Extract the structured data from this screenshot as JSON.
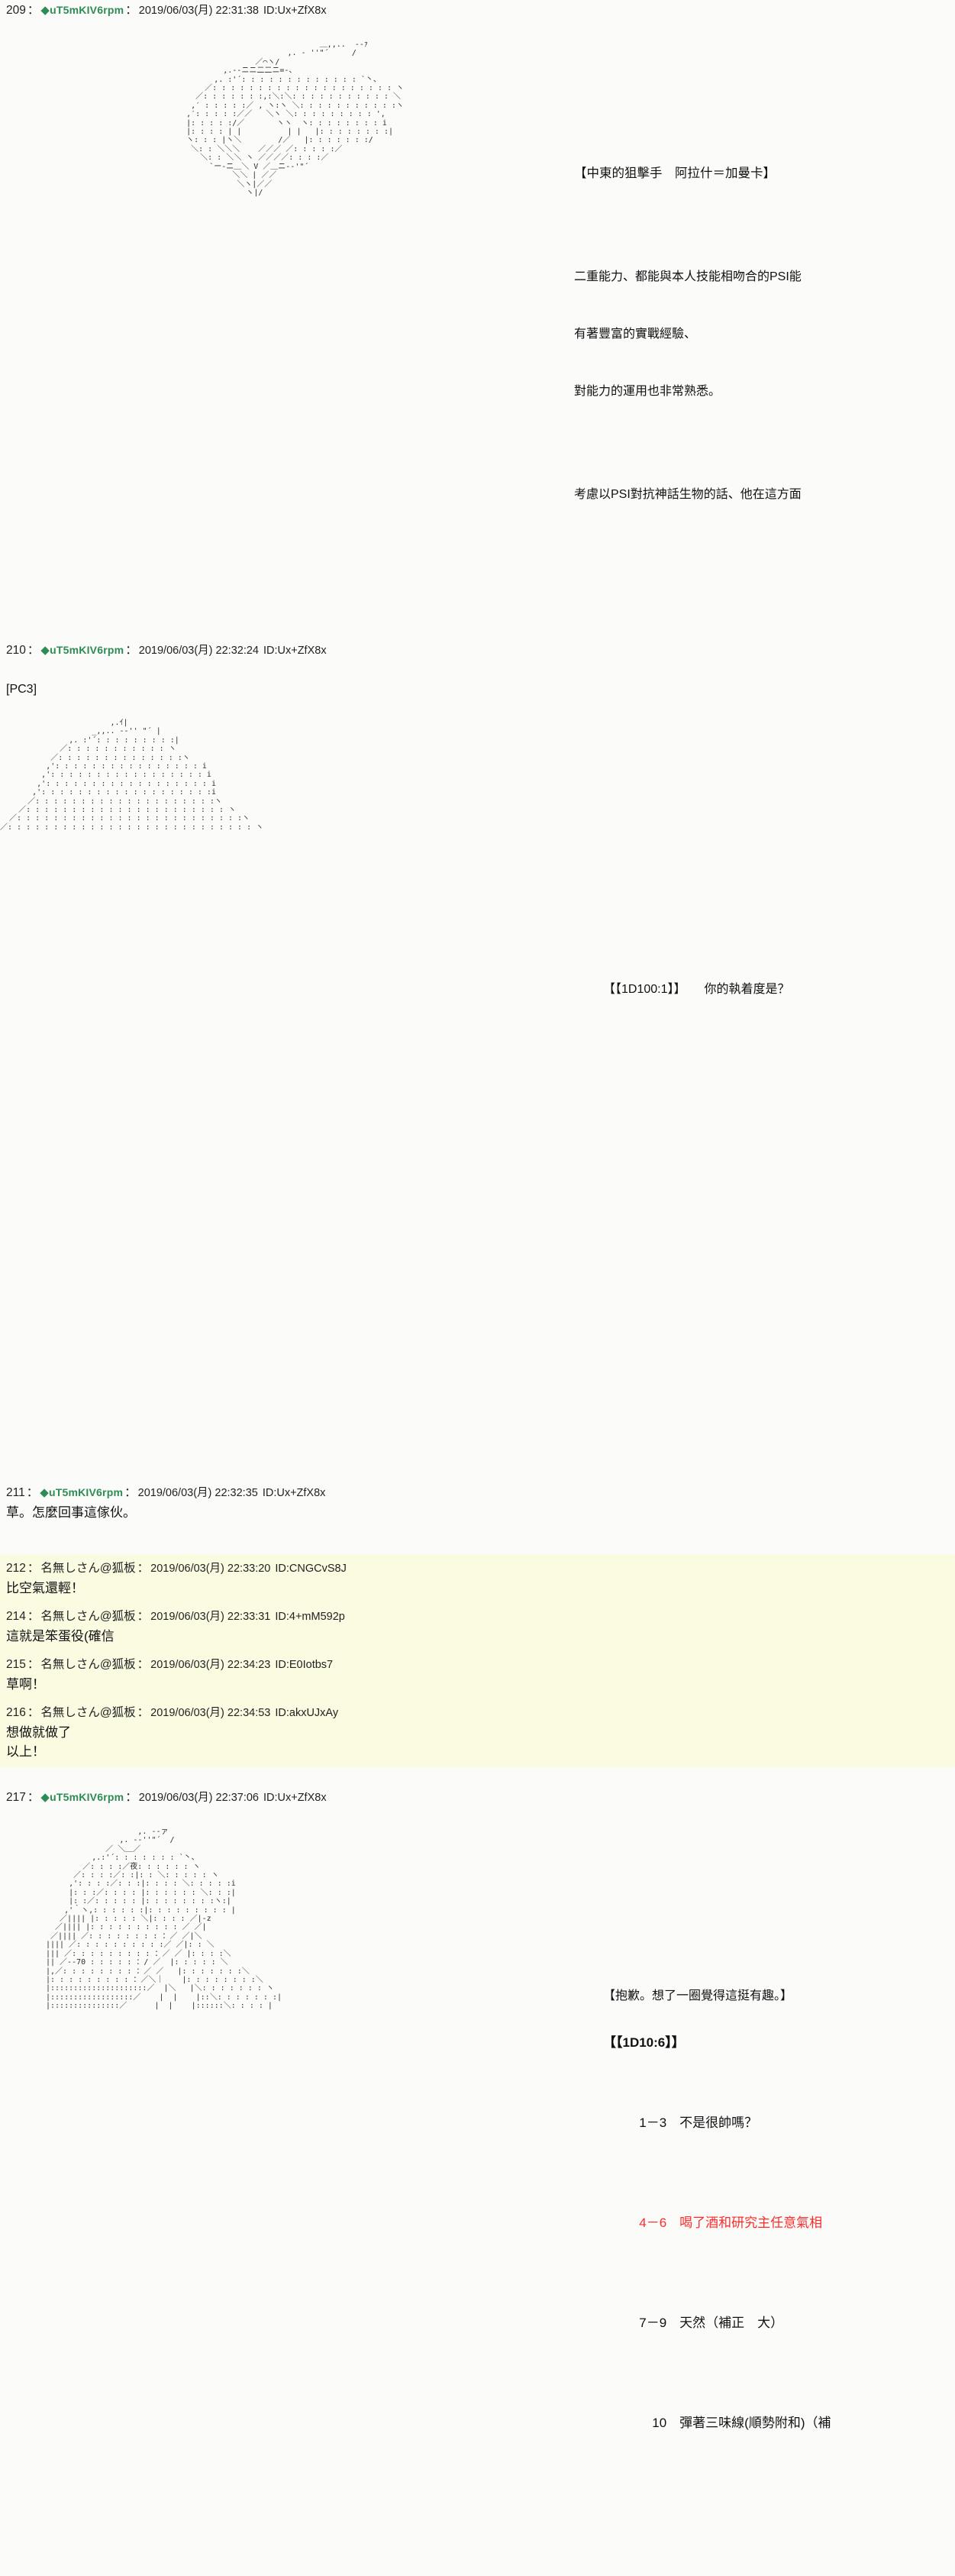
{
  "meta": {
    "background": "#fbfbfa",
    "anon_background": "#fbfbe2",
    "trip_color": "#2f8b54",
    "dice_red": "#ff2b2b"
  },
  "posts": [
    {
      "number": "209",
      "name": "uT5mKIV6rpm",
      "trip_marker": "◆",
      "date": "2019/06/03(月) 22:31:38",
      "id": "ID:Ux+ZfX8x",
      "anon": false,
      "caption": {
        "title": "【中東的狙擊手　阿拉什＝加曼卡】",
        "lines": [
          "二重能力、都能與本人技能相吻合的PSI能",
          "有著豐富的實戰經驗、",
          "對能力的運用也非常熟悉。",
          "",
          "考慮以PSI對抗神話生物的話、他在這方面"
        ]
      },
      "art": "                                 ＿,,..  -‐ｧ\n                          ,. - ''\"´     /\n                   ／⌒ヽ/\n            ,.-‐ニニ二二ニ=-、\n          ,. :'´: : : : : : : : : : : : : `丶、\n        ／: : : : : : : : : : : : : : : : : : : : ヽ\n      ／: : : : : : :,:＼:＼: : : : : : : : : : : ＼\n     ,′ : : : : :／ , ヽ:ヽ ＼: : : : : : : : : : :ヽ\n    ,′: : : : :／／   ＼ヽ ＼: : : : : : : : : ',\n    |: : : : :/／       ヽヽ  ヽ: : : : : : : : i\n    |: : : : | |          | |   |: : : : : : : :|\n    ヽ: : : |ヽ＼        /／   |: : : : : : :/\n     ＼: : ＼＼＼    ／／／ ／: : : : :／\n       ＼: : ＼＼ ヽ ／／／／: : : :／\n         `ー-ニ＿＼ V ／＿ニ-‐'\"´\n              ＼＼ | ／／\n               ＼ヽ|／／\n                 ヽ|/"
    },
    {
      "number": "210",
      "name": "uT5mKIV6rpm",
      "trip_marker": "◆",
      "date": "2019/06/03(月) 22:32:24",
      "id": "ID:Ux+ZfX8x",
      "anon": false,
      "pc_label": "[PC3]",
      "caption": {
        "title": "",
        "lines": [
          "【【1D100:1】】　　你的執着度是？"
        ]
      },
      "art": "                        ,.ｲ|\n                    _,,.. -‐'' \"´ |\n               ,. :'´: : : : : : : : :|\n             ／: : : : : : : : : : : ヽ\n           ／: : : : : : : : : : : : : :ヽ\n          ,': : : : : : : : : : : : : : : : i\n         ,': : : : : : : : : : : : : : : : : i\n        ,': : : : : : : : : : : : : : : : : : i\n       ,': : : : : : : : : : : : : : : : : : :i\n      ／: : : : : : : : : : : : : : : : : : : :ヽ\n    ／: : : : : : : : : : : : : : : : : : : : : : ヽ\n  ／: : : : : : : : : : : : : : : : : : : : : : : : :ヽ\n／: : : : : : : : : : : : : : : : : : : : : : : : : : : ヽ"
    },
    {
      "number": "211",
      "name": "uT5mKIV6rpm",
      "trip_marker": "◆",
      "date": "2019/06/03(月) 22:32:35",
      "id": "ID:Ux+ZfX8x",
      "anon": false,
      "body": "草。怎麼回事這傢伙。"
    }
  ],
  "anon_posts": [
    {
      "number": "212",
      "name": "名無しさん@狐板",
      "date": "2019/06/03(月) 22:33:20",
      "id": "ID:CNGCvS8J",
      "body": "比空氣還輕！"
    },
    {
      "number": "214",
      "name": "名無しさん@狐板",
      "date": "2019/06/03(月) 22:33:31",
      "id": "ID:4+mM592p",
      "body": "這就是笨蛋役(確信"
    },
    {
      "number": "215",
      "name": "名無しさん@狐板",
      "date": "2019/06/03(月) 22:34:23",
      "id": "ID:E0Iotbs7",
      "body": "草啊！"
    },
    {
      "number": "216",
      "name": "名無しさん@狐板",
      "date": "2019/06/03(月) 22:34:53",
      "id": "ID:akxUJxAy",
      "body": "想做就做了\n以上！"
    }
  ],
  "last_post": {
    "number": "217",
    "name": "uT5mKIV6rpm",
    "trip_marker": "◆",
    "date": "2019/06/03(月) 22:37:06",
    "id": "ID:Ux+ZfX8x",
    "caption_note": "【抱歉。想了一圈覺得這挺有趣。】",
    "dice_head": "【【1D10:6】】",
    "dice_rows": [
      {
        "range": "1－3",
        "text": "不是很帥嗎？",
        "red": false
      },
      {
        "range": "4－6",
        "text": "喝了酒和研究主任意氣相",
        "red": true
      },
      {
        "range": "7－9",
        "text": "天然（補正　大）",
        "red": false
      },
      {
        "range": "　10",
        "text": "彈著三味線(順勢附和)（補",
        "red": false
      }
    ],
    "art": "                    ,. -‐ァ\n                ,. -‐''\"´  /\n             ／ ＼＿／\n          ,.:'´: : : : : : : `丶、\n        ／: : : :／夜: : : : : : ヽ\n      ／: : : :／: :|: : ＼: : : : : ヽ\n     ,': : : :／: : :|: : : : ＼: : : : :i\n     |: : :／: : : : |: : : : : : ＼: : :|\n     |: :／: : : : : |: : : : : : : :ヽ:|\n    ,'｀ヽ,: : : : : :|: : : : : : : : : |\n   ／|||| |: : : : : ＼|: : : : ／|‐z\n  ／|||| |: : : : : : : : : : ／ ／|\n ／|||| ／: : : : : : : : ：／ ／|＼\n|||| ／: : : : : : : : : :／ ／|: : ＼\n||| ／: : : : : : : : : ：／ ／ |: : : :＼\n|| ／‐‐70 : : : : : ：/ ／  |: : : : : ＼\n|,／: : : : : : : : ：／ ／   |: : : : : : :＼\n|: : : : : : : : : ：／＼｜    |: : : : : : : :＼\n|:::::::::::::::::::::／  |＼   |＼: : : : : : : ヽ\n|::::::::::::::::::／    |  |    |::＼: : : : : : :|\n|:::::::::::::::／      |  |    |::::::＼: : : : |"
  }
}
